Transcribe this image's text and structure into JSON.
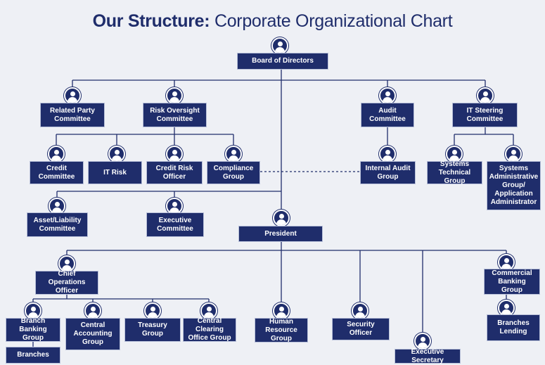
{
  "title": {
    "strong": "Our Structure:",
    "rest": " Corporate Organizational Chart"
  },
  "colors": {
    "navy": "#1f2d6b",
    "background": "#eef0f5"
  },
  "nodes": {
    "board": "Board of Directors",
    "related_party": "Related Party Committee",
    "risk_oversight": "Risk Oversight Committee",
    "audit": "Audit Committee",
    "it_steering": "IT Steering Committee",
    "credit_committee": "Credit Committee",
    "it_risk": "IT Risk",
    "credit_risk_officer": "Credit Risk Officer",
    "compliance": "Compliance Group",
    "internal_audit": "Internal Audit Group",
    "systems_technical": "Systems Technical Group",
    "systems_admin": "Systems Administrative Group/ Application Administrator",
    "asset_liability": "Asset/Liability Committee",
    "executive_committee": "Executive Committee",
    "president": "President",
    "coo": "Chief Operations Officer",
    "commercial_banking": "Commercial Banking Group",
    "branch_banking": "Branch Banking Group",
    "central_accounting": "Central Accounting Group",
    "treasury": "Treasury Group",
    "central_clearing": "Central Clearing Office Group",
    "hr": "Human Resource Group",
    "security": "Security Officer",
    "exec_secretary": "Executive Secretary",
    "branches": "Branches",
    "branches_lending": "Branches Lending"
  }
}
